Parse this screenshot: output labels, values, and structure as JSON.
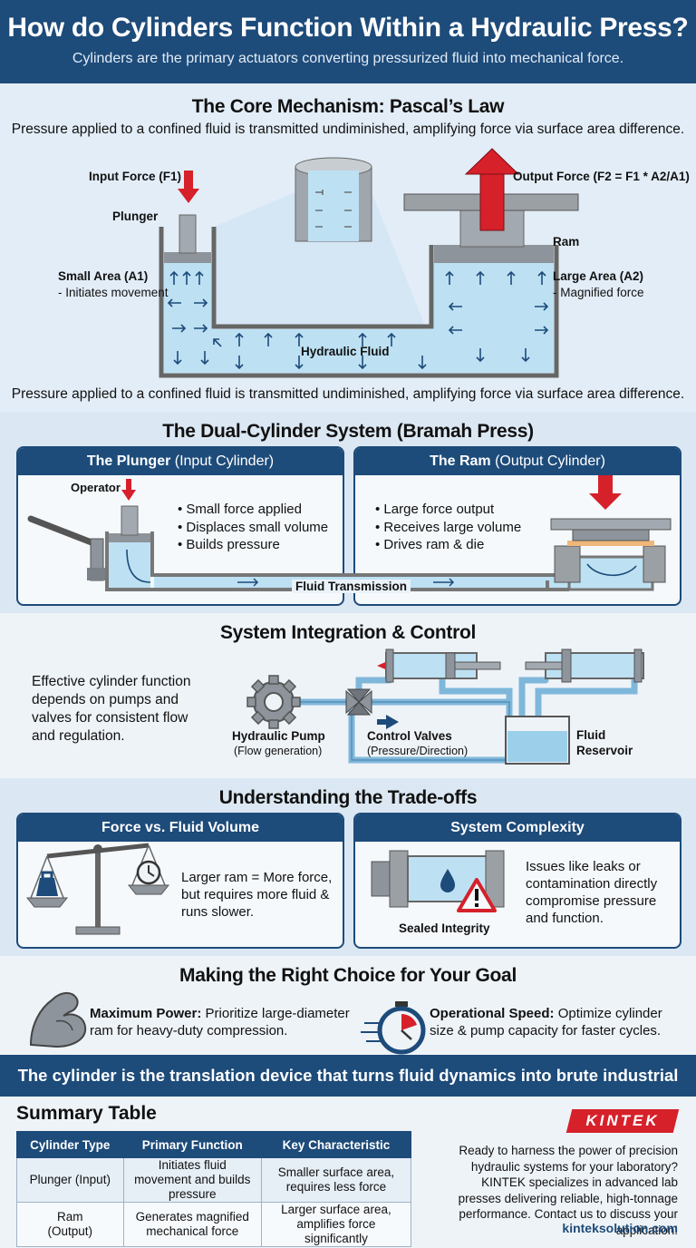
{
  "header": {
    "title": "How do Cylinders Function Within a Hydraulic Press?",
    "subtitle": "Cylinders are the primary actuators converting pressurized fluid into mechanical force."
  },
  "pascal": {
    "title": "The Core Mechanism: Pascal’s Law",
    "caption_top": "Pressure applied to a confined fluid is transmitted undiminished, amplifying force via surface area difference.",
    "caption_bottom": "Pressure applied to a confined fluid is transmitted undiminished, amplifying force via surface area difference.",
    "input_force": "Input Force (F1)",
    "plunger": "Plunger",
    "small_area": "Small Area (A1)",
    "small_area_note": "- Initiates movement",
    "output_force": "Output Force (F2 = F1 * A2/A1)",
    "ram": "Ram",
    "large_area": "Large Area (A2)",
    "large_area_note": "- Magnified force",
    "fluid": "Hydraulic Fluid"
  },
  "bramah": {
    "title": "The Dual-Cylinder System (Bramah Press)",
    "plunger_card": {
      "title_bold": "The Plunger",
      "title_rest": " (Input Cylinder)",
      "operator": "Operator",
      "bullets": [
        "Small force applied",
        "Displaces small volume",
        "Builds pressure"
      ]
    },
    "ram_card": {
      "title_bold": "The Ram",
      "title_rest": " (Output Cylinder)",
      "bullets": [
        "Large force output",
        "Receives large volume",
        "Drives ram & die"
      ]
    },
    "transmission": "Fluid Transmission"
  },
  "integration": {
    "title": "System Integration & Control",
    "text": "Effective cylinder function depends on pumps and valves for consistent flow and regulation.",
    "pump": "Hydraulic Pump",
    "pump_sub": "(Flow generation)",
    "valves": "Control Valves",
    "valves_sub": "(Pressure/Direction)",
    "reservoir_1": "Fluid",
    "reservoir_2": "Reservoir"
  },
  "tradeoffs": {
    "title": "Understanding the Trade-offs",
    "force_card": {
      "title": "Force vs. Fluid Volume",
      "text": "Larger ram = More force, but requires more fluid & runs slower."
    },
    "complexity_card": {
      "title": "System Complexity",
      "text": "Issues like leaks or contamination directly compromise pressure and function.",
      "icon_label": "Sealed Integrity"
    }
  },
  "choice": {
    "title": "Making the Right Choice for Your Goal",
    "power_bold": "Maximum Power:",
    "power_text": " Prioritize large-diameter ram for heavy-duty compression.",
    "speed_bold": "Operational Speed:",
    "speed_text": " Optimize cylinder size & pump capacity for faster cycles."
  },
  "banner": "The cylinder is the translation device that turns fluid dynamics into brute industrial force.",
  "summary": {
    "title": "Summary Table",
    "headers": [
      "Cylinder Type",
      "Primary Function",
      "Key Characteristic"
    ],
    "rows": [
      [
        "Plunger (Input)",
        "Initiates fluid movement and builds pressure",
        "Smaller surface area, requires less force"
      ],
      [
        "Ram (Output)",
        "Generates magnified mechanical force",
        "Larger surface area, amplifies force significantly"
      ]
    ]
  },
  "brand": {
    "logo": "KINTEK",
    "text": "Ready to harness the power of precision hydraulic systems for your laboratory? KINTEK specializes in advanced lab presses delivering reliable, high-tonnage performance. Contact us to discuss your application!",
    "url": "kinteksolution.com"
  },
  "colors": {
    "navy": "#1d4b7a",
    "fluid": "#bde1f3",
    "arrow_red": "#d6202a",
    "steel": "#8d949b"
  }
}
